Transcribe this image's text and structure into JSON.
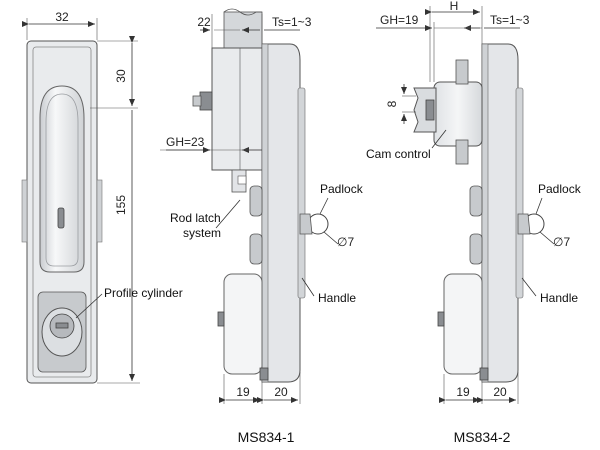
{
  "front_view": {
    "width": "32",
    "handle_offset": "30",
    "height": "155"
  },
  "ms834_1": {
    "top_width": "22",
    "ts": "Ts=1~3",
    "gh": "GH=23",
    "padlock_dia": "∅7",
    "bottom_left": "19",
    "bottom_right": "20"
  },
  "ms834_2": {
    "h": "H",
    "gh": "GH=19",
    "ts": "Ts=1~3",
    "cam_width": "8",
    "padlock_dia": "∅7",
    "bottom_left": "19",
    "bottom_right": "20"
  },
  "labels": {
    "profile_cylinder": "Profile cylinder",
    "rod_latch_line1": "Rod latch",
    "rod_latch_line2": "system",
    "padlock": "Padlock",
    "handle": "Handle",
    "cam_control": "Cam control"
  },
  "captions": {
    "left": "MS834-1",
    "right": "MS834-2"
  }
}
